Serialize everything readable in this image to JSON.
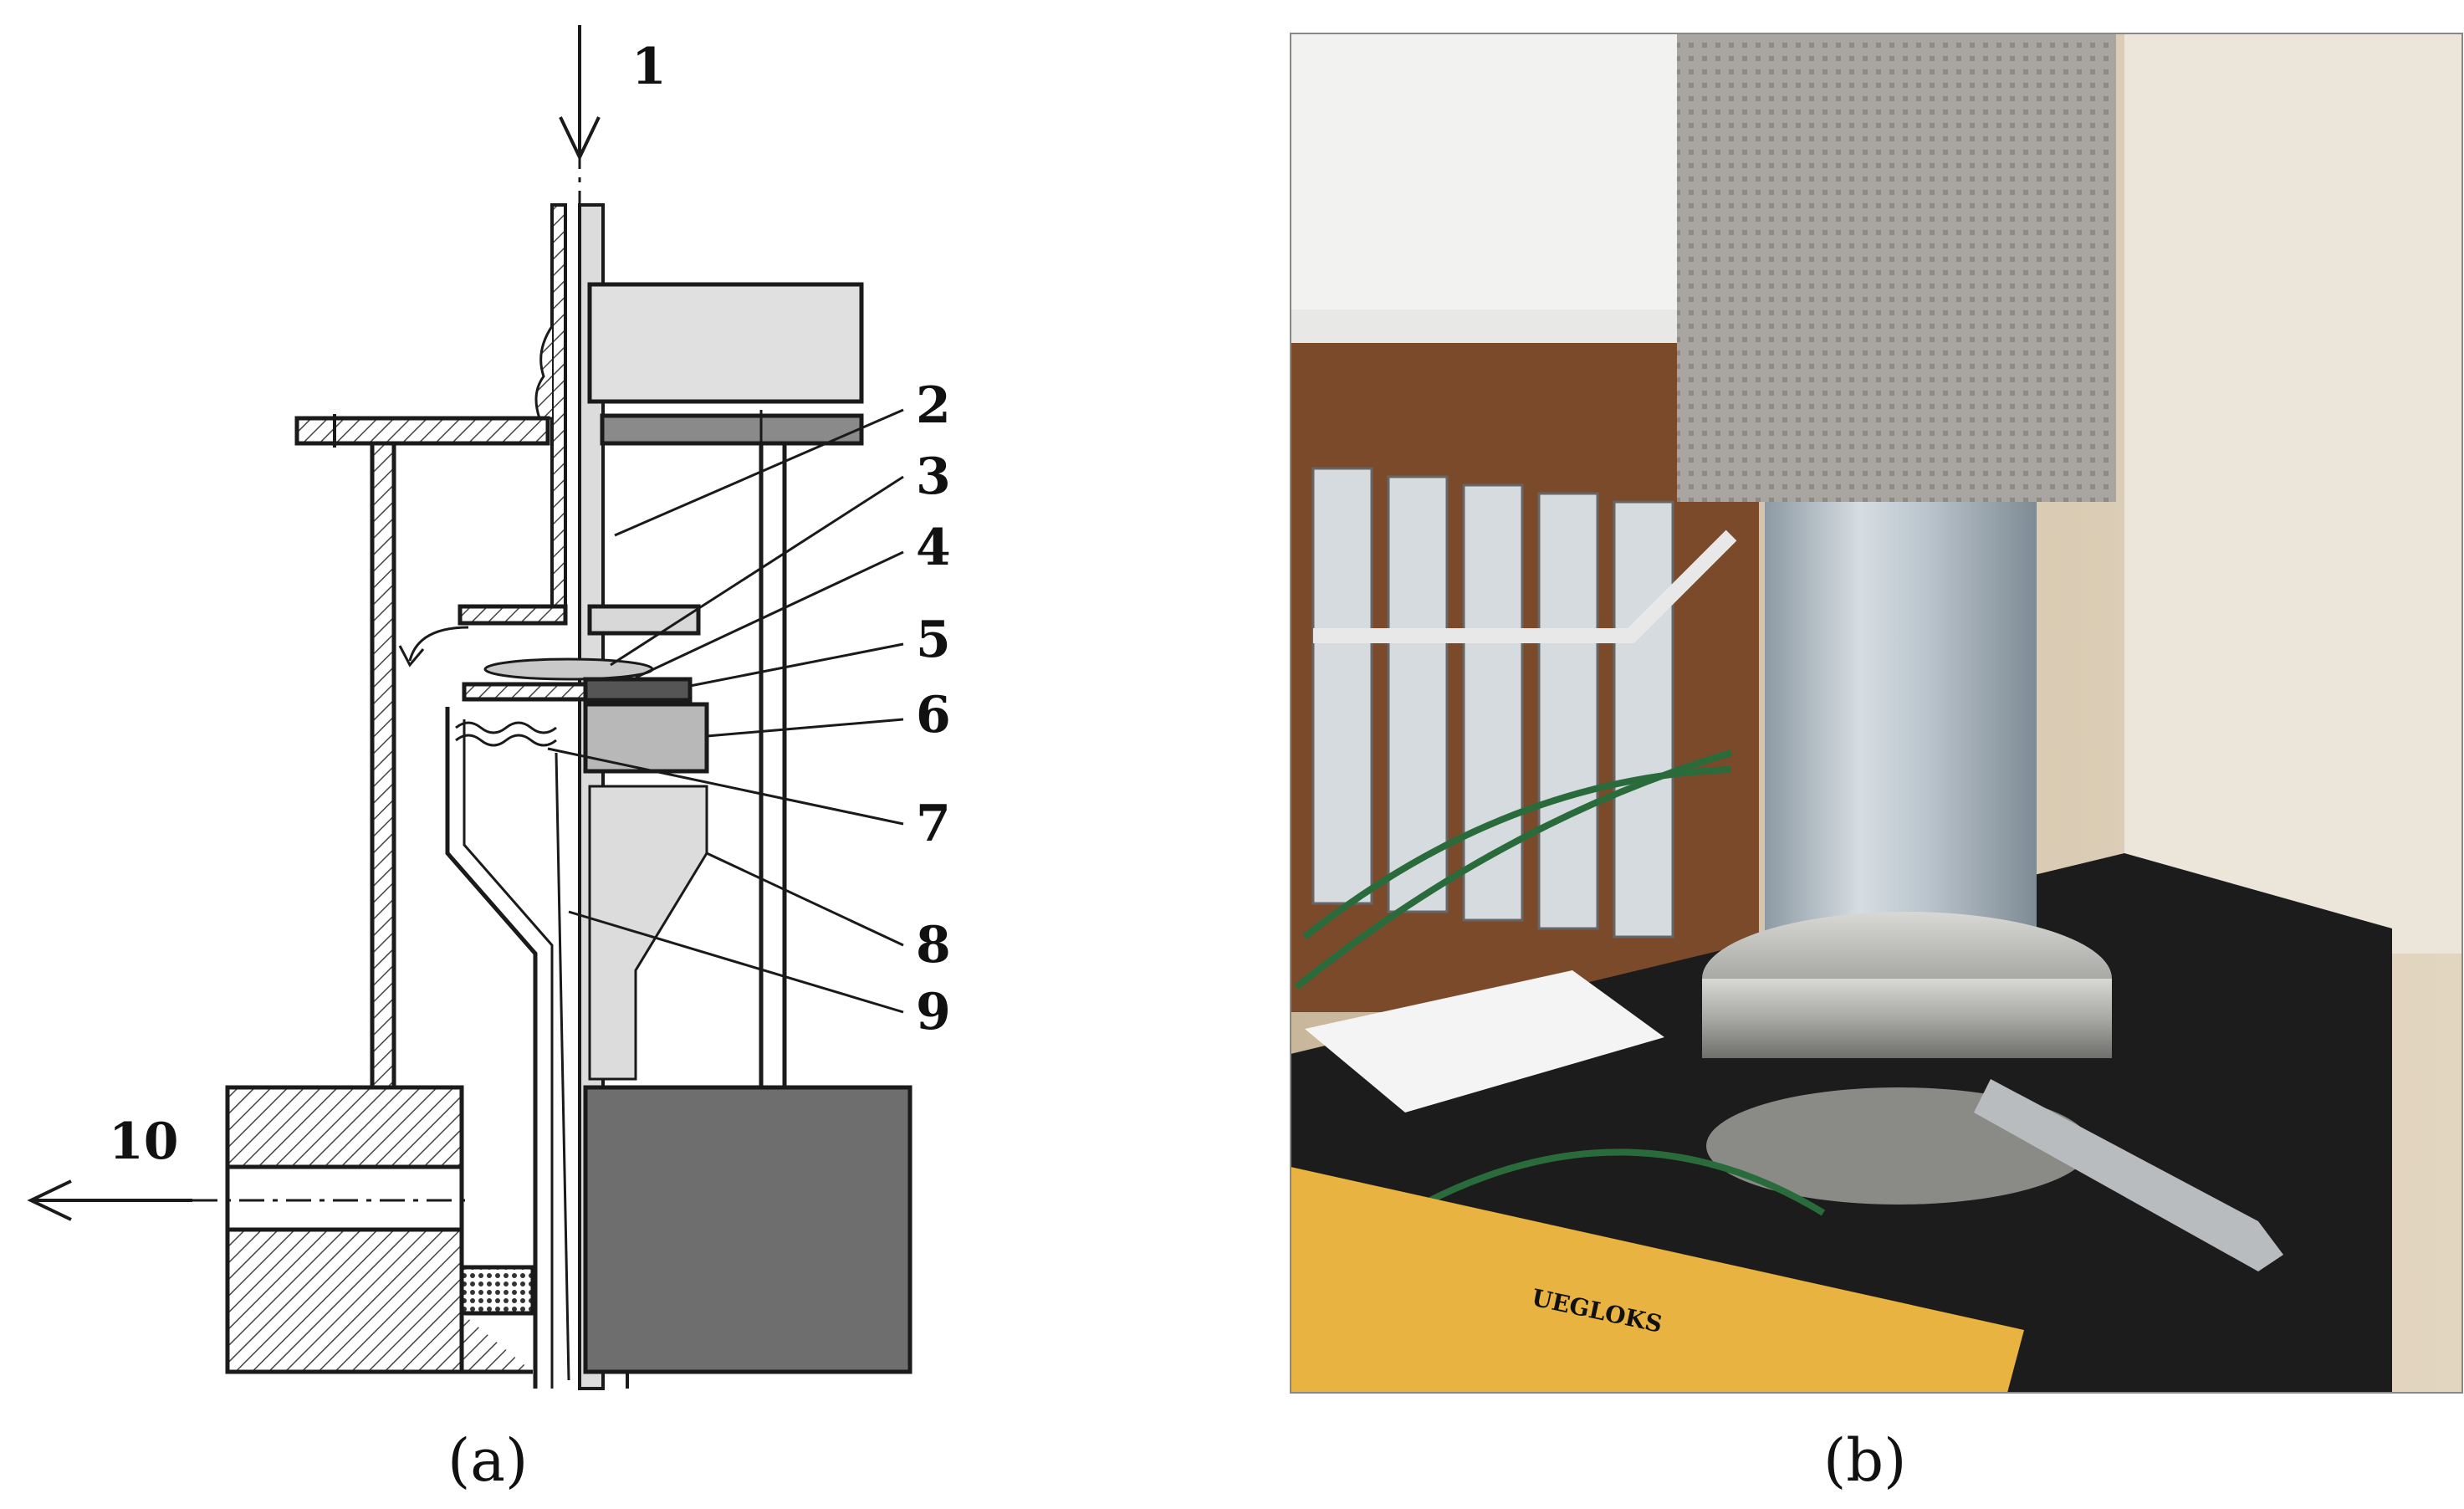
{
  "panel_a": {
    "caption": "(a)",
    "labels": [
      "1",
      "2",
      "3",
      "4",
      "5",
      "6",
      "7",
      "8",
      "9",
      "10"
    ]
  },
  "panel_b": {
    "caption": "(b)",
    "ruler_text": "UEGLOKS"
  },
  "colors": {
    "outline": "#1a1a1a",
    "light_fill": "#dcdcdc",
    "mid_fill": "#b8b8b8",
    "dark_block": "#6e6e6e",
    "hatch": "#444444"
  }
}
